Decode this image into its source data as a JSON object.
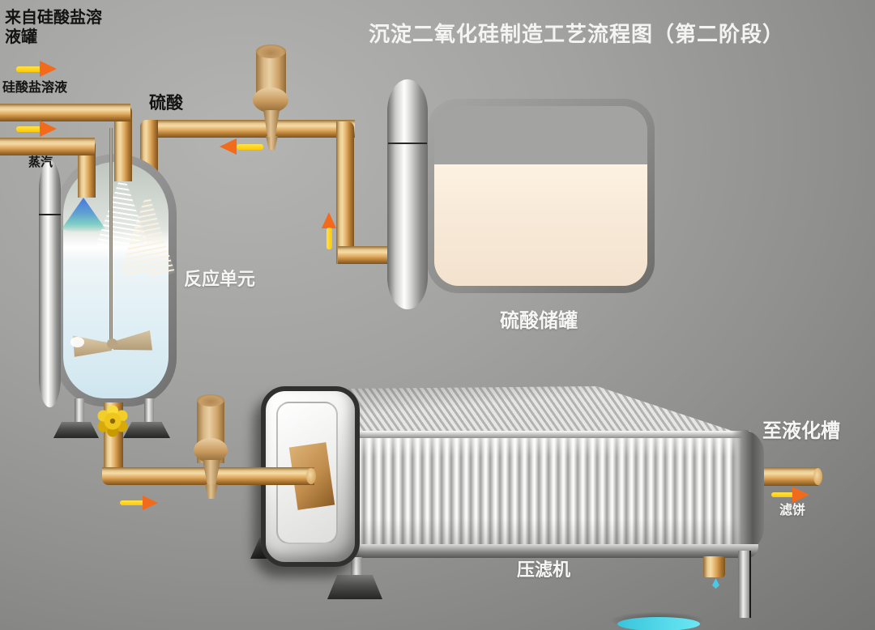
{
  "title": "沉淀二氧化硅制造工艺流程图（第二阶段）",
  "labels": {
    "from_silicate_tank": "来自硅酸盐溶\n液罐",
    "silicate_solution": "硅酸盐溶液",
    "steam": "蒸汽",
    "sulfuric_acid": "硫酸",
    "reaction_unit": "反应单元",
    "acid_storage_tank": "硫酸储罐",
    "filter_press": "压滤机",
    "to_liquefaction_tank": "至液化槽",
    "filter_cake": "滤饼"
  },
  "colors": {
    "background": "#9a9a98",
    "pipe": "#dfa95f",
    "arrow_shaft": "#ffd400",
    "arrow_head": "#f26a1b",
    "vessel_border": "#8a8a8a",
    "reactor_liquid": "#e0eef5",
    "acid_liquid": "#f8ead9",
    "valve_yellow": "#f2cd1e",
    "spray_blue": "#4a77dd",
    "puddle_cyan": "#4cd8ea"
  }
}
